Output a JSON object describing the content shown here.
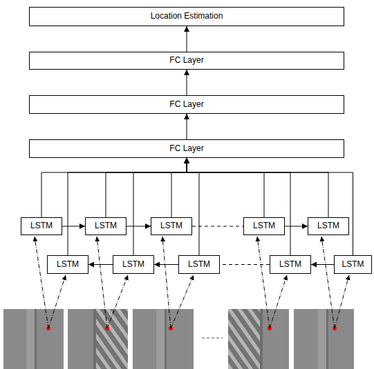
{
  "diagram": {
    "nodes": [
      {
        "text": [
          "Location Estimation"
        ]
      },
      {
        "text": [
          "FC Layer"
        ]
      },
      {
        "text": [
          "FC Layer"
        ]
      },
      {
        "text": [
          "FC Layer"
        ]
      },
      {
        "text": [
          "LSTM"
        ]
      },
      {
        "text": [
          "LSTM"
        ]
      },
      {
        "text": [
          "LSTM"
        ]
      },
      {
        "text": [
          "LSTM"
        ]
      },
      {
        "text": [
          "LSTM"
        ]
      },
      {
        "text": [
          "LSTM"
        ]
      },
      {
        "text": [
          "LSTM"
        ]
      },
      {
        "text": [
          "LSTM"
        ]
      },
      {
        "text": [
          "LSTM"
        ]
      },
      {
        "text": [
          "LSTM"
        ]
      }
    ],
    "edges": [
      {
        "from": 1,
        "to": 0,
        "arrow": "to"
      },
      {
        "from": 2,
        "to": 1,
        "arrow": "to"
      },
      {
        "from": 3,
        "to": 2,
        "arrow": "to"
      },
      {
        "from": 4,
        "to": 5,
        "arrow": "to"
      },
      {
        "from": 5,
        "to": 6,
        "arrow": "to"
      },
      {
        "from": 6,
        "to": 7,
        "arrow": "none"
      },
      {
        "from": 7,
        "to": 8,
        "arrow": "to"
      },
      {
        "from": 13,
        "to": 12,
        "arrow": "to"
      },
      {
        "from": 12,
        "to": 11,
        "arrow": "none"
      },
      {
        "from": 11,
        "to": 10,
        "arrow": "to"
      },
      {
        "from": 10,
        "to": 9,
        "arrow": "to"
      },
      {
        "from": 4,
        "to": 3,
        "arrow": "to"
      },
      {
        "from": 5,
        "to": 3,
        "arrow": "to"
      },
      {
        "from": 6,
        "to": 3,
        "arrow": "to"
      },
      {
        "from": 7,
        "to": 3,
        "arrow": "to"
      },
      {
        "from": 8,
        "to": 3,
        "arrow": "to"
      },
      {
        "from": 9,
        "to": 3,
        "arrow": "to"
      },
      {
        "from": 10,
        "to": 3,
        "arrow": "to"
      },
      {
        "from": 11,
        "to": 3,
        "arrow": "to"
      },
      {
        "from": 12,
        "to": 3,
        "arrow": "to"
      },
      {
        "from": 13,
        "to": 3,
        "arrow": "to"
      }
    ]
  }
}
